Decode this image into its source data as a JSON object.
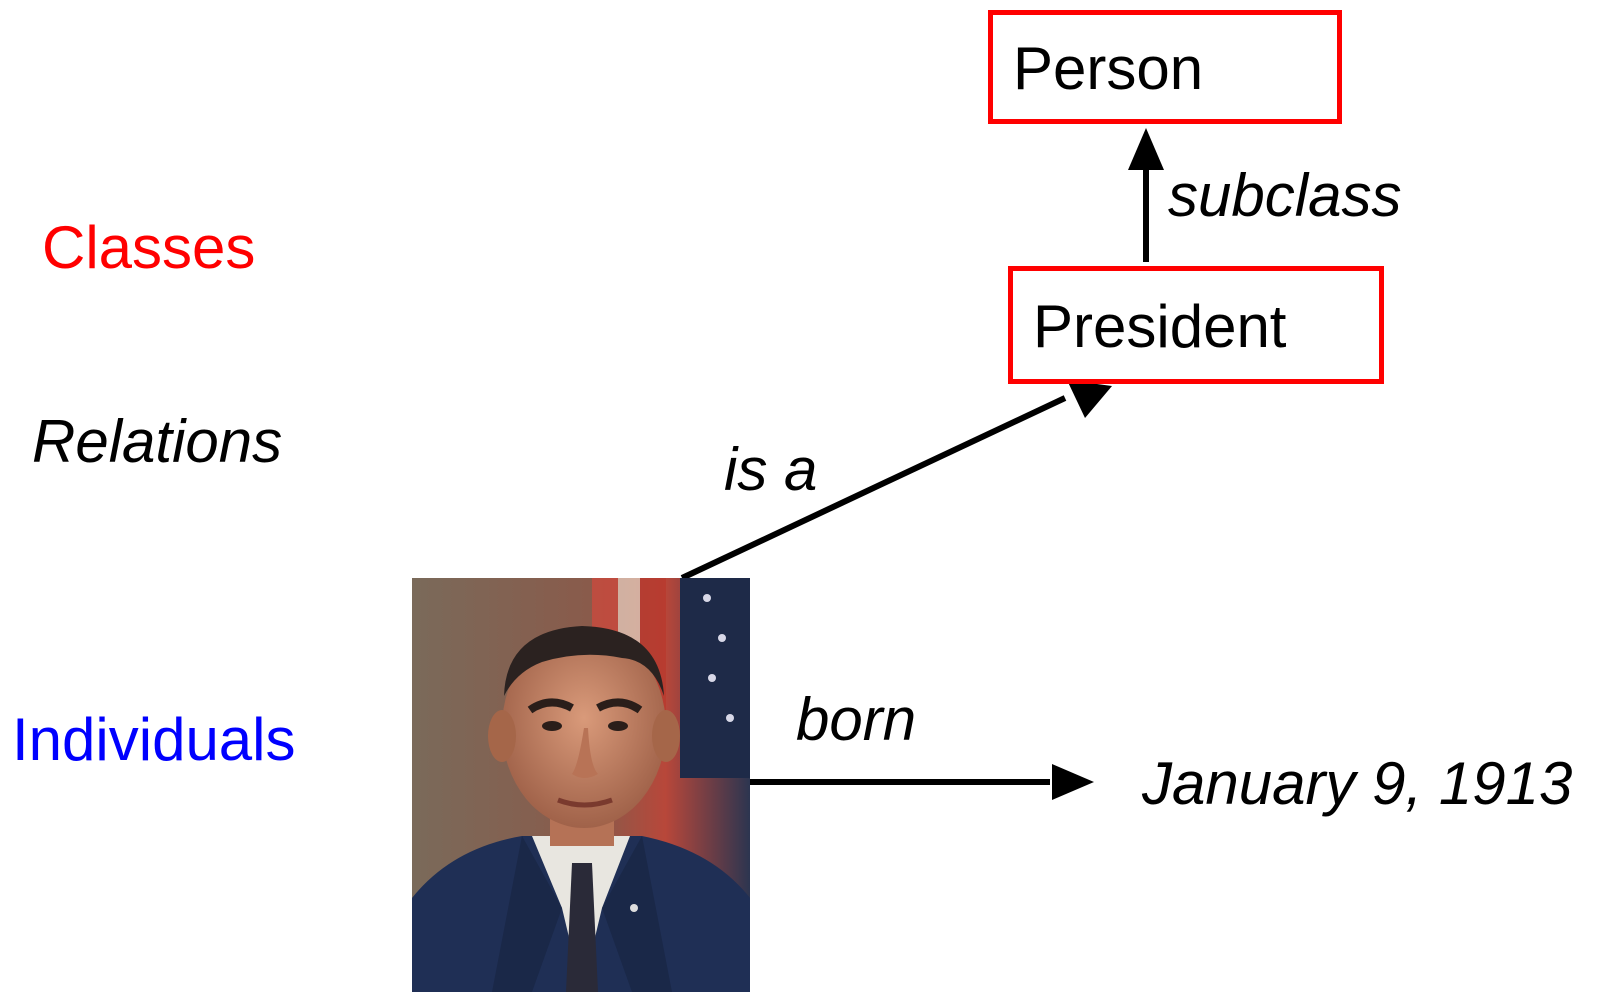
{
  "legend": {
    "classes": "Classes",
    "relations": "Relations",
    "individuals": "Individuals"
  },
  "nodes": {
    "person": "Person",
    "president": "President",
    "date": "January 9, 1913"
  },
  "edges": {
    "subclass": "subclass",
    "is_a": "is a",
    "born": "born"
  },
  "colors": {
    "classes": "#ff0000",
    "relations": "#000000",
    "individuals": "#0000ff",
    "class_box_border": "#ff0000",
    "arrow": "#000000"
  },
  "photo": {
    "subject": "portrait-photo-of-man-in-suit-with-flag"
  }
}
